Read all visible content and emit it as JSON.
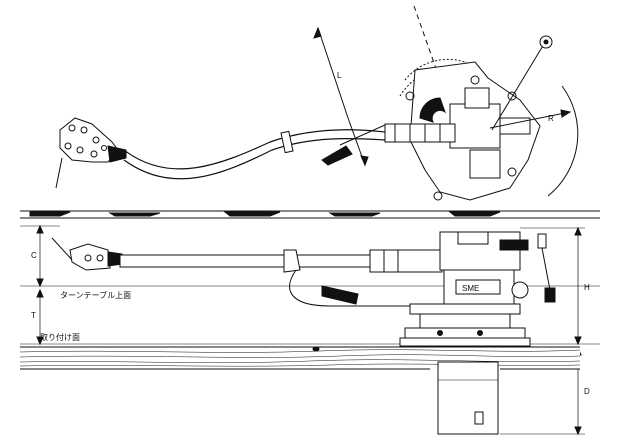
{
  "top_view": {
    "dim_L": "L",
    "dim_R": "R"
  },
  "side_view": {
    "dim_C": "C",
    "dim_T": "T",
    "dim_H": "H",
    "dim_D": "D",
    "turntable_surface_label": "ターンテーブル上面",
    "mounting_surface_label": "取り付け面",
    "nameplate_text": "SME"
  }
}
